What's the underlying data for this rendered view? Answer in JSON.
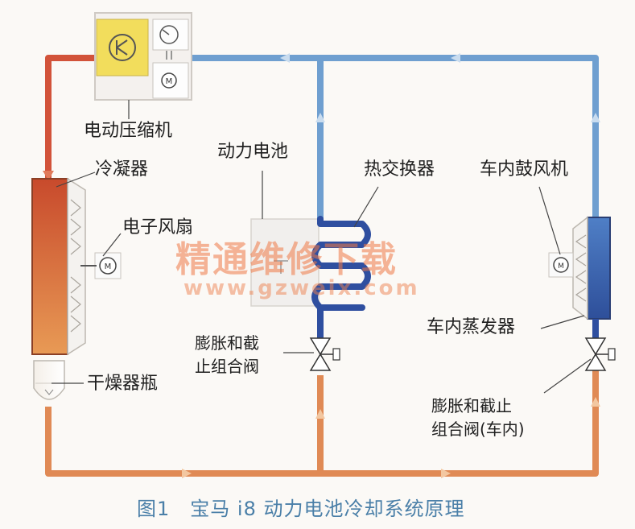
{
  "labels": {
    "compressor": "电动压缩机",
    "condenser": "冷凝器",
    "battery": "动力电池",
    "heat_exchanger": "热交换器",
    "blower": "车内鼓风机",
    "fan": "电子风扇",
    "valve_left_line1": "膨胀和截",
    "valve_left_line2": "止组合阀",
    "evaporator": "车内蒸发器",
    "drier": "干燥器瓶",
    "valve_right_line1": "膨胀和截止",
    "valve_right_line2": "组合阀(车内)"
  },
  "caption": "图1　宝马 i8 动力电池冷却系统原理",
  "watermark": {
    "text": "精通维修下载",
    "url": "www.gzweix.com"
  },
  "colors": {
    "hot_line": "#d2533a",
    "warm_line": "#e08a55",
    "cold_line": "#6f9fd0",
    "compressor_box": "#f2dd5c",
    "caption": "#4a7fa8"
  }
}
